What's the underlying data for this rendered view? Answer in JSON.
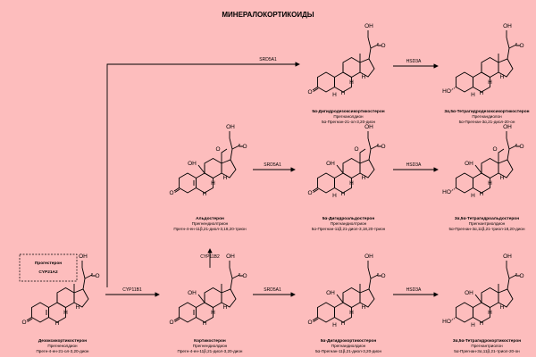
{
  "title": "МИНЕРАЛОКОРТИКОИДЫ",
  "atoms": {
    "oh": "OH",
    "o": "O",
    "h": "H",
    "ho": "HO"
  },
  "box": {
    "line1": "Прогестерон",
    "line2": "CYP21A2"
  },
  "enzymes": {
    "top_srd": "SRD5A1",
    "top_hsd": "HSD3A",
    "mid_srd": "SRD5A1",
    "mid_hsd": "HSD3A",
    "bot_cyp11b1": "CYP11B1",
    "bot_srd": "SRD5A1",
    "bot_hsd": "HSD3A",
    "cyp11b2": "CYP11B2"
  },
  "compounds": [
    {
      "name": "5α-Дигидродезоксикортикостерон",
      "trivial": "Прегнанолдион",
      "iupac": "5α-Прегнан-21-ол-3,20-дион"
    },
    {
      "name": "3α,5α-Тетрагидродезоксикортикостерон",
      "trivial": "Прегнандиолон",
      "iupac": "5α-Прегнан-3α,21-диол-20-он"
    },
    {
      "name": "Альдостерон",
      "trivial": "Прегнендиолтрион",
      "iupac": "Прегн-4-ен-11β,21-диол-3,18,20-трион"
    },
    {
      "name": "5α-Дигидроальдостерон",
      "trivial": "Прегнандиолтрион",
      "iupac": "5α-Прегнан-11β,21-диол-3,18,20-трион"
    },
    {
      "name": "3α,5α-Тетрагидроальдостерон",
      "trivial": "Прегнантриолдион",
      "iupac": "5α-Прегнан-3α,11β,21-триол-18,20-дион"
    },
    {
      "name": "Дезоксикортикостерон",
      "trivial": "Прегненолдион",
      "iupac": "Прегн-4-ен-21-ол-3,20-дион"
    },
    {
      "name": "Кортикостерон",
      "trivial": "Прегнендиолдион",
      "iupac": "Прегн-4-ен-11β,21-диол-3,20-дион"
    },
    {
      "name": "5α-Дигидрокортикостерон",
      "trivial": "Прегнандиолдион",
      "iupac": "5α-Прегнан-11β,21-диол-3,20-дион"
    },
    {
      "name": "3α,5α-Тетрагидрокортикостерон",
      "trivial": "Прегнантриолон",
      "iupac": "5α-Прегнан-3α,11β,21-триол-20-он"
    }
  ]
}
